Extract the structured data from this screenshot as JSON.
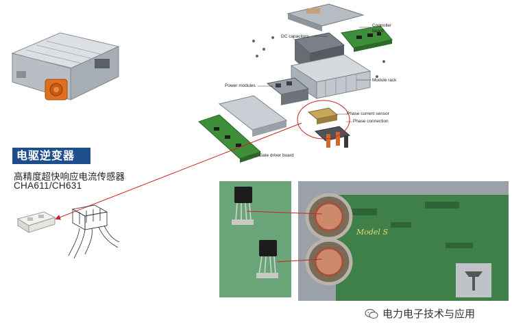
{
  "title": "电驱逆变器",
  "subtitle": "高精度超快响应电流传感器",
  "model": "CHA611/CH631",
  "callouts": {
    "controller_board": "Controller board",
    "dc_capacitors": "DC capacitors",
    "module_rack": "Module rack",
    "power_modules": "Power modules",
    "phase_current_sensor": "Phase current sensor",
    "phase_connection": "Phase connection",
    "gate_driver_board": "Gate driver board"
  },
  "photo_label": "Model S",
  "watermark": "电力电子技术与应用",
  "colors": {
    "badge": "#1f4e8c",
    "pcb_green": "#3f8f3a",
    "arrow_red": "#cc2222",
    "orange_connector": "#e0701f"
  }
}
